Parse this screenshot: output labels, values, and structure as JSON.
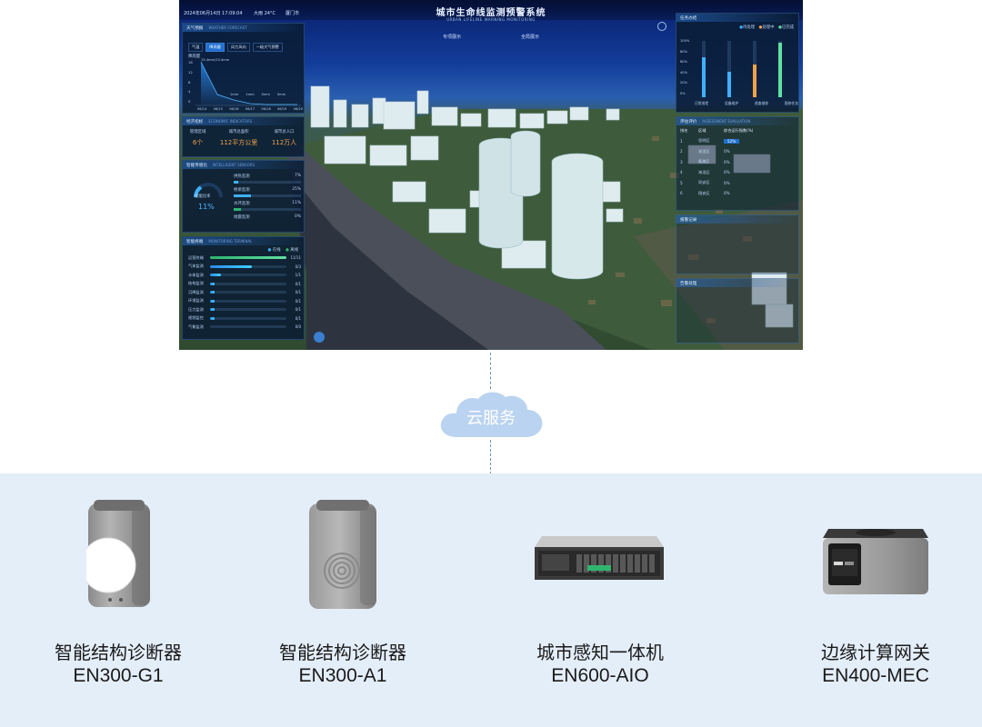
{
  "dashboard": {
    "title": "城市生命线监测预警系统",
    "subtitle": "URBAN LIFELINE WARNING MONITORING",
    "datetime": "2024年06月14日 17:09:04",
    "weather": "大雨 24°C",
    "location": "厦门市",
    "tabs": [
      "专项展示",
      "全局展示"
    ],
    "weather_forecast": {
      "title": "天气预报",
      "title_en": "WEATHER FORECAST",
      "chips": [
        "气温",
        "降雨量",
        "风力风向",
        "一级大气预警"
      ],
      "legend": "降雨量",
      "peak_label": "13.4mm/13.4mm",
      "y_ticks": [
        "16",
        "12",
        "8",
        "4",
        "0"
      ],
      "x_ticks": [
        "06/14",
        "06/15",
        "06/16",
        "06/17",
        "06/18",
        "06/19",
        "06/20"
      ],
      "point_labels": [
        "1mm",
        "1mm",
        "0mm",
        "0mm"
      ]
    },
    "economic": {
      "title": "经济指标",
      "title_en": "ECONOMIC INDICATORS",
      "labels": [
        "管理区域",
        "城市总面积",
        "城市总人口"
      ],
      "values": [
        "6个",
        "112平方公里",
        "112万人"
      ]
    },
    "intelligent": {
      "title": "智能传感比",
      "title_en": "INTELLIGENT SENSORS",
      "gauge_label": "智能比率",
      "gauge_value": "11%",
      "items": [
        {
          "name": "供热监测",
          "value": "7%"
        },
        {
          "name": "桥梁监测",
          "value": "25%"
        },
        {
          "name": "水环监测",
          "value": "11%"
        },
        {
          "name": "地震监测",
          "value": "0%"
        }
      ]
    },
    "terminal": {
      "title": "智能终端",
      "title_en": "MONITORING TERMINAL",
      "legend": [
        "在线",
        "离线"
      ],
      "rows": [
        {
          "name": "运营终端",
          "value": "11/11"
        },
        {
          "name": "气体监测",
          "value": "0/3"
        },
        {
          "name": "水体监测",
          "value": "1/1"
        },
        {
          "name": "结构监测",
          "value": "0/1"
        },
        {
          "name": "沉降监测",
          "value": "0/1"
        },
        {
          "name": "环境监测",
          "value": "0/1"
        },
        {
          "name": "压力监测",
          "value": "0/1"
        },
        {
          "name": "视频监控",
          "value": "0/1"
        },
        {
          "name": "气象监测",
          "value": "0/0"
        }
      ]
    },
    "task": {
      "title": "任务办结",
      "legend": [
        "待处理",
        "处理中",
        "已完成"
      ],
      "y_ticks": [
        "100%",
        "80%",
        "60%",
        "40%",
        "20%",
        "0%"
      ],
      "categories": [
        "日常巡检",
        "设备维护",
        "巡查维修",
        "报修任务"
      ]
    },
    "evaluation": {
      "title": "评估评价",
      "title_en": "ASSESSMENT EVALUATION",
      "headers": [
        "排名",
        "区域",
        "综合运行指数(%)"
      ],
      "rows": [
        {
          "rank": "1",
          "area": "思明区",
          "value": "52%"
        },
        {
          "rank": "2",
          "area": "湖里区",
          "value": "0%"
        },
        {
          "rank": "3",
          "area": "集美区",
          "value": "0%"
        },
        {
          "rank": "4",
          "area": "海沧区",
          "value": "0%"
        },
        {
          "rank": "5",
          "area": "同安区",
          "value": "0%"
        },
        {
          "rank": "6",
          "area": "翔安区",
          "value": "0%"
        }
      ]
    },
    "alarm_title": "报警记录",
    "dispatch_title": "告警处理"
  },
  "cloud": {
    "label": "云服务"
  },
  "devices": [
    {
      "name": "智能结构诊断器",
      "model": "EN300-G1",
      "icon": "sensor-with-disc"
    },
    {
      "name": "智能结构诊断器",
      "model": "EN300-A1",
      "icon": "sensor-with-wireless"
    },
    {
      "name": "城市感知一体机",
      "model": "EN600-AIO",
      "icon": "rack-server"
    },
    {
      "name": "边缘计算网关",
      "model": "EN400-MEC",
      "icon": "edge-gateway"
    }
  ],
  "colors": {
    "band": "#e4eef9",
    "cloud": "#b9d3f0",
    "connector": "#6f8fb8",
    "accent": "#1f6fd1",
    "warning": "#f0a24a"
  }
}
